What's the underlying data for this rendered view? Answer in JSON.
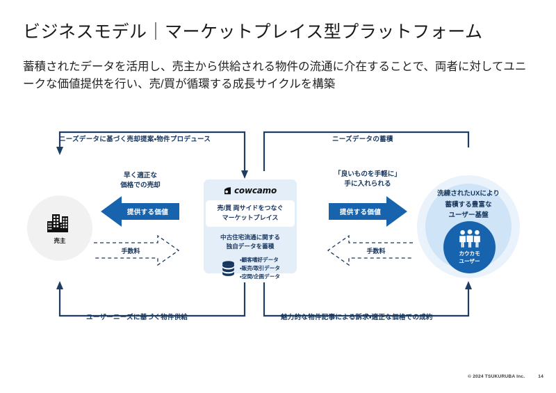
{
  "slide": {
    "title": "ビジネスモデル｜マーケットプレイス型プラットフォーム",
    "subtitle": "蓄積されたデータを活用し、売主から供給される物件の流通に介在することで、両者に対してユニークな価値提供を行い、売/買が循環する成長サイクルを構築"
  },
  "diagram": {
    "connector_labels": {
      "top_left": "ニーズデータに基づく売却提案・物件プロデュース",
      "top_right": "ニーズデータの蓄積",
      "bottom_left": "ユーザーニーズに基づく物件供給",
      "bottom_right": "魅力的な物件記事による訴求・適正な価格での成約"
    },
    "seller": {
      "icon": "buildings-icon",
      "label": "売主"
    },
    "platform": {
      "logo_icon": "cowcamo-house-mark-icon",
      "logo_word": "cowcamo",
      "headline_line1": "売/買 両サイドをつなぐ",
      "headline_line2": "マーケットプレイス",
      "sub_line1": "中古住宅流通に関する",
      "sub_line2": "独自データを蓄積",
      "data_icon": "database-icon",
      "data_items": [
        "顧客嗜好データ",
        "販売/取引データ",
        "空間/企画データ"
      ]
    },
    "users": {
      "caption_line1": "洗練されたUXにより",
      "caption_line2": "蓄積する豊富な",
      "caption_line3": "ユーザー基盤",
      "icon": "people-group-icon",
      "inner_label_line1": "カウカモ",
      "inner_label_line2": "ユーザー"
    },
    "value_arrow_left": {
      "caption_line1": "早く適正な",
      "caption_line2": "価格での売却",
      "label": "提供する価値",
      "direction": "left"
    },
    "value_arrow_right": {
      "caption_line1": "「良いものを手軽に」",
      "caption_line2": "手に入れられる",
      "label": "提供する価値",
      "direction": "right"
    },
    "fee_arrow_left": {
      "label": "手数料",
      "direction": "right"
    },
    "fee_arrow_right": {
      "label": "手数料",
      "direction": "left"
    }
  },
  "footer": {
    "copyright": "© 2024 TSUKURUBA Inc.",
    "page_number": "14"
  },
  "colors": {
    "navy": "#17365d",
    "accent_blue": "#1763ad",
    "card_bg": "#e3eef9",
    "circle_outer": "#eaf3fb",
    "circle_mid": "#cfe4f6",
    "seller_bg": "#f1f1f1"
  }
}
